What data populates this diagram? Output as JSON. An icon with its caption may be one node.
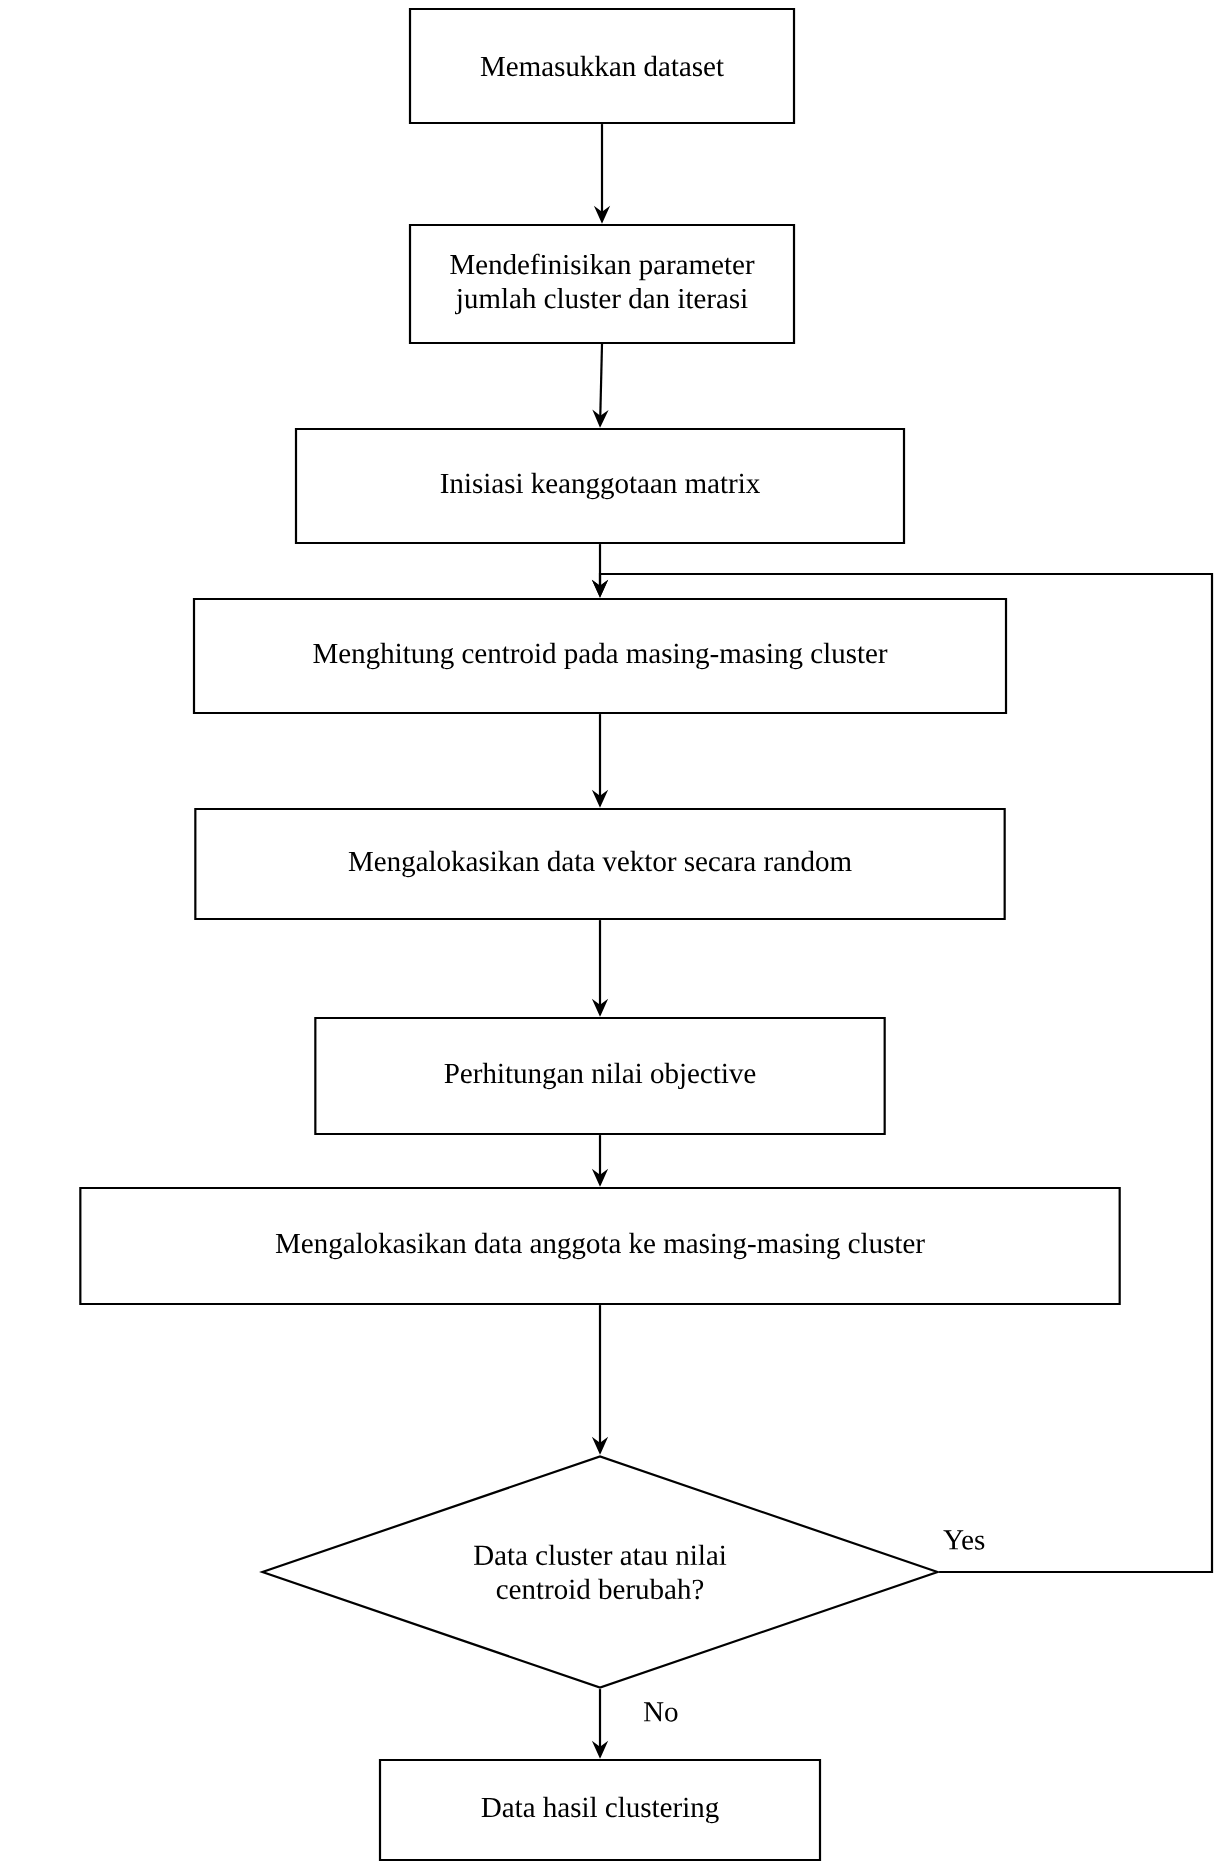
{
  "diagram": {
    "nodes": [
      {
        "text": [
          "Memasukkan dataset"
        ]
      },
      {
        "text": [
          "Mendefinisikan parameter jumlah cluster dan iterasi"
        ]
      },
      {
        "text": [
          "Inisiasi keanggotaan matrix"
        ]
      },
      {
        "text": [
          "Menghitung centroid pada masing-masing cluster"
        ]
      },
      {
        "text": [
          "Mengalokasikan data vektor secara random"
        ]
      },
      {
        "text": [
          "Perhitungan nilai objective"
        ]
      },
      {
        "text": [
          "Mengalokasikan data anggota ke masing-masing cluster"
        ]
      },
      {
        "text": [
          "Data cluster atau nilai centroid berubah?"
        ]
      },
      {
        "text": [
          "Data hasil clustering"
        ]
      }
    ],
    "edges": [
      {
        "from": 0,
        "to": 1,
        "arrow": "to"
      },
      {
        "from": 1,
        "to": 2,
        "arrow": "to"
      },
      {
        "from": 2,
        "to": 3,
        "arrow": "to"
      },
      {
        "from": 3,
        "to": 4,
        "arrow": "to"
      },
      {
        "from": 4,
        "to": 5,
        "arrow": "to"
      },
      {
        "from": 5,
        "to": 6,
        "arrow": "to"
      },
      {
        "from": 6,
        "to": 7,
        "arrow": "to"
      },
      {
        "from": 7,
        "to": 8,
        "arrow": "to",
        "label": "No"
      },
      {
        "from": 7,
        "to": 3,
        "arrow": "to",
        "label": "Yes"
      }
    ]
  }
}
